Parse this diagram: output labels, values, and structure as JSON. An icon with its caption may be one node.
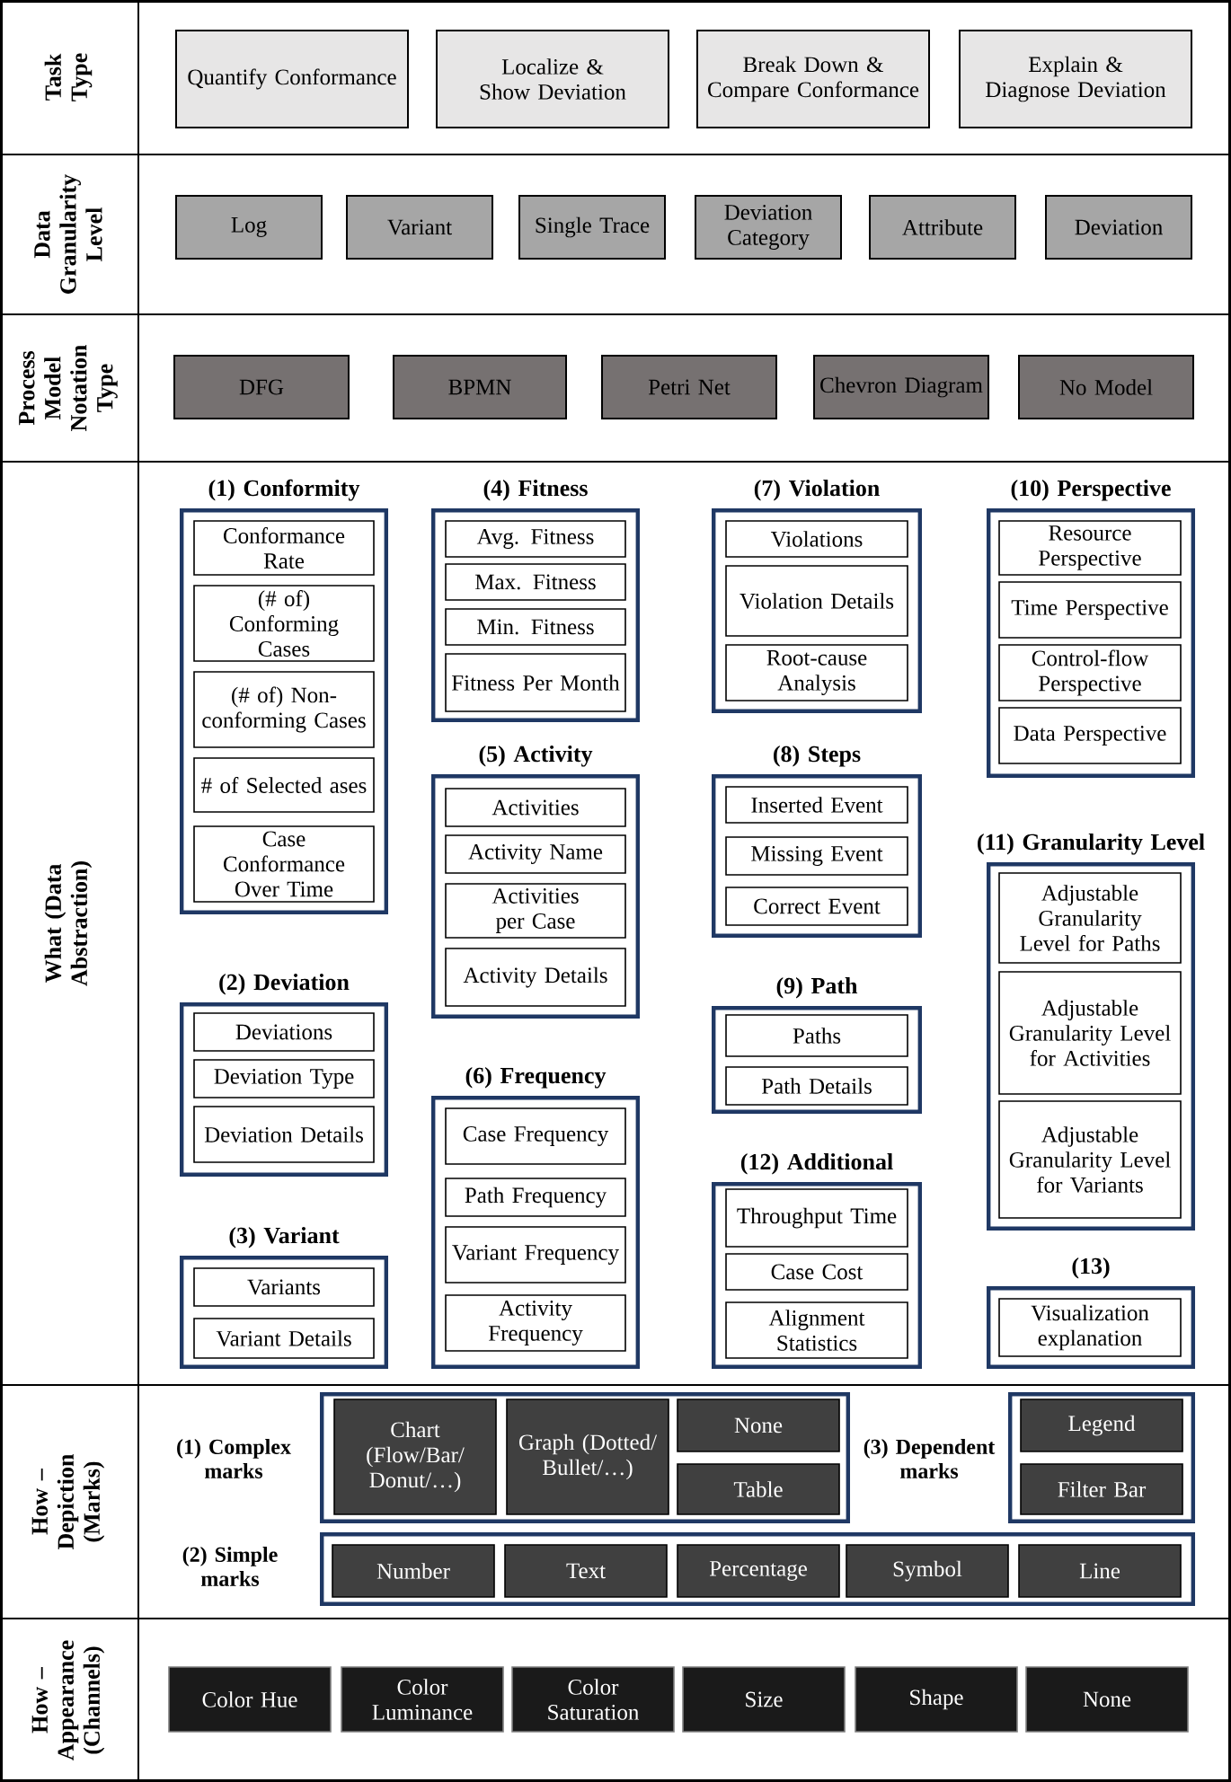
{
  "diagram": {
    "nodes": [
      {
        "text": [
          "Quantify Conformance"
        ]
      },
      {
        "text": [
          "Localize & Show Deviation"
        ]
      },
      {
        "text": [
          "Break Down & Compare Conformance"
        ]
      },
      {
        "text": [
          "Explain & Diagnose Deviation"
        ]
      },
      {
        "text": [
          "Log"
        ]
      },
      {
        "text": [
          "Variant"
        ]
      },
      {
        "text": [
          "Single Trace"
        ]
      },
      {
        "text": [
          "Deviation Category"
        ]
      },
      {
        "text": [
          "Attribute"
        ]
      },
      {
        "text": [
          "Deviation"
        ]
      },
      {
        "text": [
          "DFG"
        ]
      },
      {
        "text": [
          "BPMN"
        ]
      },
      {
        "text": [
          "Petri Net"
        ]
      },
      {
        "text": [
          "Chevron Diagram"
        ]
      },
      {
        "text": [
          "No Model"
        ]
      },
      {
        "text": [
          "(1) Conformity"
        ]
      },
      {
        "text": [
          "Conformance Rate"
        ],
        "in": 15
      },
      {
        "text": [
          "(# of) Conforming Cases"
        ],
        "in": 15
      },
      {
        "text": [
          "(# of) Non-conforming Cases"
        ],
        "in": 15
      },
      {
        "text": [
          "# of Selected ases"
        ],
        "in": 15
      },
      {
        "text": [
          "Case Conformance Over Time"
        ],
        "in": 15
      },
      {
        "text": [
          "(2) Deviation"
        ]
      },
      {
        "text": [
          "Deviations"
        ],
        "in": 21
      },
      {
        "text": [
          "Deviation Type"
        ],
        "in": 21
      },
      {
        "text": [
          "Deviation Details"
        ],
        "in": 21
      },
      {
        "text": [
          "(3) Variant"
        ]
      },
      {
        "text": [
          "Variants"
        ],
        "in": 25
      },
      {
        "text": [
          "Variant Details"
        ],
        "in": 25
      },
      {
        "text": [
          "(4) Fitness"
        ]
      },
      {
        "text": [
          "Avg. Fitness"
        ],
        "in": 28
      },
      {
        "text": [
          "Max. Fitness"
        ],
        "in": 28
      },
      {
        "text": [
          "Min. Fitness"
        ],
        "in": 28
      },
      {
        "text": [
          "Fitness Per Month"
        ],
        "in": 28
      },
      {
        "text": [
          "(5) Activity"
        ]
      },
      {
        "text": [
          "Activities"
        ],
        "in": 33
      },
      {
        "text": [
          "Activity Name"
        ],
        "in": 33
      },
      {
        "text": [
          "Activities per Case"
        ],
        "in": 33
      },
      {
        "text": [
          "Activity Details"
        ],
        "in": 33
      },
      {
        "text": [
          "(6) Frequency"
        ]
      },
      {
        "text": [
          "Case Frequency"
        ],
        "in": 38
      },
      {
        "text": [
          "Path Frequency"
        ],
        "in": 38
      },
      {
        "text": [
          "Variant Frequency"
        ],
        "in": 38
      },
      {
        "text": [
          "Activity Frequency"
        ],
        "in": 38
      },
      {
        "text": [
          "(7) Violation"
        ]
      },
      {
        "text": [
          "Violations"
        ],
        "in": 43
      },
      {
        "text": [
          "Violation Details"
        ],
        "in": 43
      },
      {
        "text": [
          "Root-cause Analysis"
        ],
        "in": 43
      },
      {
        "text": [
          "(8) Steps"
        ]
      },
      {
        "text": [
          "Inserted Event"
        ],
        "in": 47
      },
      {
        "text": [
          "Missing Event"
        ],
        "in": 47
      },
      {
        "text": [
          "Correct Event"
        ],
        "in": 47
      },
      {
        "text": [
          "(9) Path"
        ]
      },
      {
        "text": [
          "Paths"
        ],
        "in": 51
      },
      {
        "text": [
          "Path Details"
        ],
        "in": 51
      },
      {
        "text": [
          "(12) Additional"
        ]
      },
      {
        "text": [
          "Throughput Time"
        ],
        "in": 54
      },
      {
        "text": [
          "Case Cost"
        ],
        "in": 54
      },
      {
        "text": [
          "Alignment Statistics"
        ],
        "in": 54
      },
      {
        "text": [
          "(10) Perspective"
        ]
      },
      {
        "text": [
          "Resource Perspective"
        ],
        "in": 58
      },
      {
        "text": [
          "Time Perspective"
        ],
        "in": 58
      },
      {
        "text": [
          "Control-flow Perspective"
        ],
        "in": 58
      },
      {
        "text": [
          "Data Perspective"
        ],
        "in": 58
      },
      {
        "text": [
          "(11) Granularity Level"
        ]
      },
      {
        "text": [
          "Adjustable Granularity Level for Paths"
        ],
        "in": 63
      },
      {
        "text": [
          "Adjustable Granularity Level for Activities"
        ],
        "in": 63
      },
      {
        "text": [
          "Adjustable Granularity Level for Variants"
        ],
        "in": 63
      },
      {
        "text": [
          "(13)"
        ]
      },
      {
        "text": [
          "Visualization explanation"
        ],
        "in": 67
      },
      {
        "text": [
          "(1) Complex marks"
        ]
      },
      {
        "text": [
          "Chart (Flow/Bar/ Donut/…)"
        ],
        "in": 69
      },
      {
        "text": [
          "Graph (Dotted/ Bullet/…)"
        ],
        "in": 69
      },
      {
        "text": [
          "None"
        ],
        "in": 69
      },
      {
        "text": [
          "Table"
        ],
        "in": 69
      },
      {
        "text": [
          "(3) Dependent marks"
        ]
      },
      {
        "text": [
          "Legend"
        ],
        "in": 74
      },
      {
        "text": [
          "Filter Bar"
        ],
        "in": 74
      },
      {
        "text": [
          "(2) Simple marks"
        ]
      },
      {
        "text": [
          "Number"
        ],
        "in": 77
      },
      {
        "text": [
          "Text"
        ],
        "in": 77
      },
      {
        "text": [
          "Percentage"
        ],
        "in": 77
      },
      {
        "text": [
          "Symbol"
        ],
        "in": 77
      },
      {
        "text": [
          "Line"
        ],
        "in": 77
      },
      {
        "text": [
          "Color Hue"
        ]
      },
      {
        "text": [
          "Color Luminance"
        ]
      },
      {
        "text": [
          "Color Saturation"
        ]
      },
      {
        "text": [
          "Size"
        ]
      },
      {
        "text": [
          "Shape"
        ]
      },
      {
        "text": [
          "None"
        ]
      }
    ],
    "labels": [
      "Task Type",
      "Data Granularity Level",
      "Process Model Notation Type",
      "What (Data Abstraction)",
      "How – Depiction (Marks)",
      "How – Appearance (Channels)"
    ]
  }
}
